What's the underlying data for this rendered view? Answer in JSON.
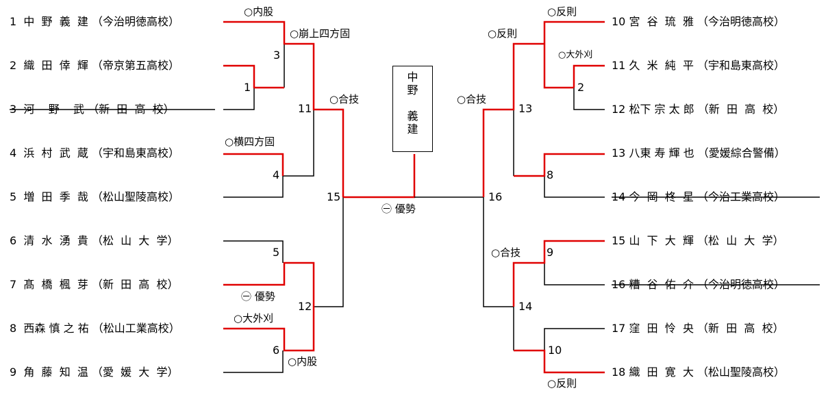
{
  "winner": {
    "name_chars": [
      "中",
      "野",
      "",
      "義",
      "建"
    ]
  },
  "left_players": [
    {
      "text": "1  中  野  義  建 （今治明徳高校）",
      "withdrawn": false
    },
    {
      "text": "2  織  田  倖  輝 （帝京第五高校）",
      "withdrawn": false
    },
    {
      "text": "3  河    野    武 （新  田  高  校）",
      "withdrawn": true
    },
    {
      "text": "4  浜  村  武  蔵 （宇和島東高校）",
      "withdrawn": false
    },
    {
      "text": "5  増  田  季  哉 （松山聖陵高校）",
      "withdrawn": false
    },
    {
      "text": "6  清  水  湧  貴 （松  山  大  学）",
      "withdrawn": false
    },
    {
      "text": "7  髙  橋  楓  芽 （新  田  高  校）",
      "withdrawn": false
    },
    {
      "text": "8  西森 慎 之 祐 （松山工業高校）",
      "withdrawn": false
    },
    {
      "text": "9  角  藤  知  温 （愛  媛  大  学）",
      "withdrawn": false
    }
  ],
  "right_players": [
    {
      "text": "10 宮  谷  琉  雅 （今治明徳高校）",
      "withdrawn": false
    },
    {
      "text": "11 久  米  純  平 （宇和島東高校）",
      "withdrawn": false
    },
    {
      "text": "12 松下 宗 太 郎 （新  田  高  校）",
      "withdrawn": false
    },
    {
      "text": "13 八東 寿 輝 也 （愛媛綜合警備）",
      "withdrawn": false
    },
    {
      "text": "14 今  岡  柊  星 （今治工業高校）",
      "withdrawn": true
    },
    {
      "text": "15 山  下  大  輝 （松  山  大  学）",
      "withdrawn": false
    },
    {
      "text": "16 糟  谷  佑  介 （今治明徳高校）",
      "withdrawn": true
    },
    {
      "text": "17 窪  田  怜  央 （新  田  高  校）",
      "withdrawn": false
    },
    {
      "text": "18 織  田  寛  大 （松山聖陵高校）",
      "withdrawn": false
    }
  ],
  "match_numbers": {
    "m1": "1",
    "m2": "2",
    "m3": "3",
    "m4": "4",
    "m5": "5",
    "m6": "6",
    "m8": "8",
    "m9": "9",
    "m10": "10",
    "m11": "11",
    "m12": "12",
    "m13": "13",
    "m14": "14",
    "m15": "15",
    "m16": "16"
  },
  "techniques": {
    "m3_top": "○内股",
    "m11_top": "○崩上四方固",
    "m4_top": "○横四方固",
    "m15_top": "○合技",
    "final": "㊀ 優勢",
    "m5_bottom": "㊀ 優勢",
    "m6_top": "○大外刈",
    "m6_bottom": "○内股",
    "p10_top": "○反則",
    "m13_top": "○反則",
    "m2_top": "○大外刈",
    "m16_top": "○合技",
    "m14_top": "○合技",
    "p18_bottom": "○反則"
  },
  "colors": {
    "line": "#000000",
    "winner_line": "#e00000"
  }
}
